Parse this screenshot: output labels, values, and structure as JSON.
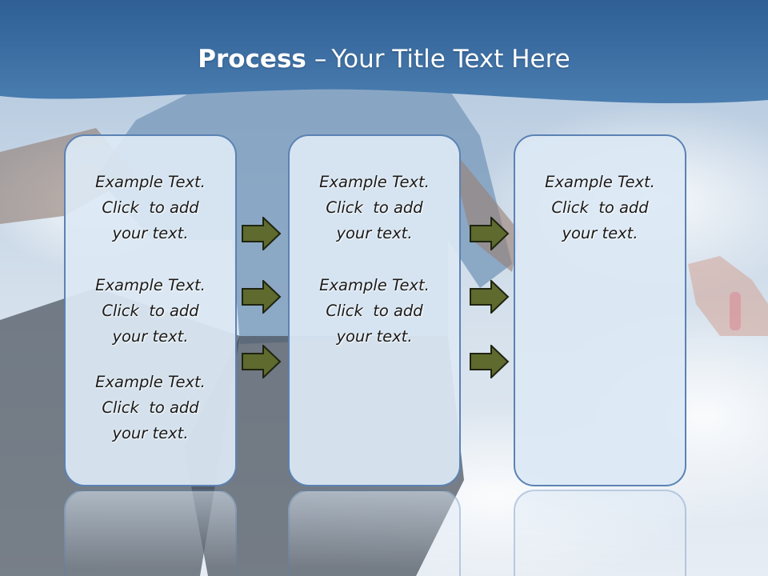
{
  "title": {
    "bold": "Process",
    "dash": "–",
    "rest": "Your Title Text Here"
  },
  "columns": [
    {
      "blocks": [
        {
          "lines": [
            "Example Text.",
            "Click  to add",
            "your text."
          ]
        },
        {
          "lines": [
            "Example Text.",
            "Click  to add",
            "your text."
          ]
        },
        {
          "lines": [
            "Example Text.",
            "Click  to add",
            "your text."
          ]
        }
      ]
    },
    {
      "blocks": [
        {
          "lines": [
            "Example Text.",
            "Click  to add",
            "your text."
          ]
        },
        {
          "lines": [
            "Example Text.",
            "Click  to add",
            "your text."
          ]
        }
      ]
    },
    {
      "blocks": [
        {
          "lines": [
            "Example Text.",
            "Click  to add",
            "your text."
          ]
        }
      ]
    }
  ],
  "icons": {
    "arrow": "right-arrow-icon"
  },
  "colors": {
    "header": "#3d6fa3",
    "box_border": "#5b82b4",
    "box_fill": "#dce8f4",
    "arrow_fill": "#5e6a2e",
    "arrow_stroke": "#1f2410",
    "title_text": "#ffffff"
  }
}
